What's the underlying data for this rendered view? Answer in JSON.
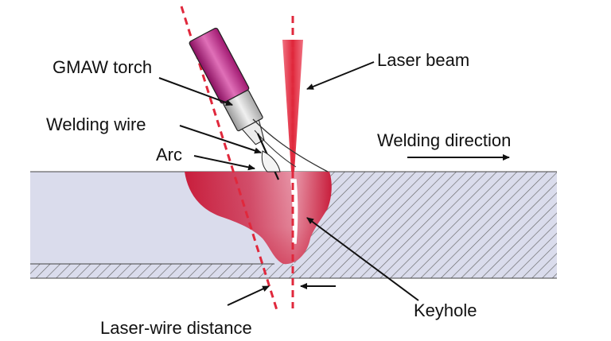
{
  "labels": {
    "gmaw_torch": "GMAW torch",
    "laser_beam": "Laser beam",
    "welding_wire": "Welding wire",
    "arc": "Arc",
    "welding_direction": "Welding direction",
    "keyhole": "Keyhole",
    "laser_wire_distance": "Laser-wire distance"
  },
  "colors": {
    "laser_red": "#e0283c",
    "weld_pool_red": "#c81e3c",
    "torch_magenta": "#b01e7c",
    "workpiece_fill": "#dadcec",
    "hatch_line": "#555555",
    "line": "#111111"
  },
  "icons": {
    "direction_arrow": "arrow-right-icon",
    "pointer_arrow": "arrow-pointer-icon"
  }
}
